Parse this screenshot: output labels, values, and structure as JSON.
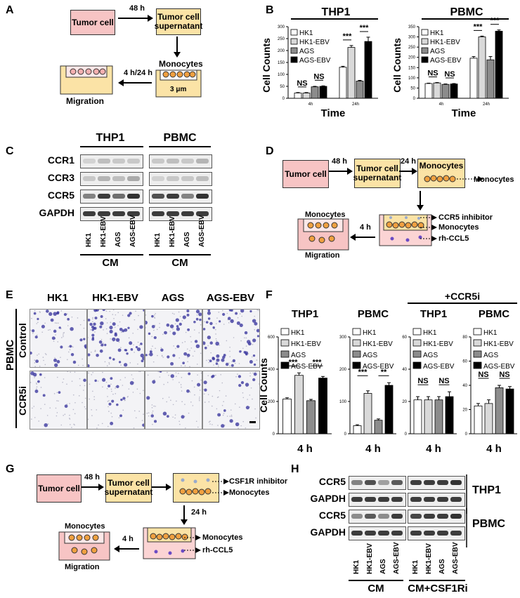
{
  "panels": {
    "A": {
      "letter": "A",
      "tumor_cell": "Tumor cell",
      "t48": "48 h",
      "supernatant": "Tumor cell supernatant",
      "monocytes": "Monocytes",
      "pore": "3 μm",
      "t424": "4 h/24 h",
      "migration": "Migration"
    },
    "B": {
      "letter": "B",
      "xlabel": "Time",
      "ylabel": "Cell Counts"
    },
    "C": {
      "letter": "C",
      "groups": [
        "THP1",
        "PBMC"
      ],
      "rows": [
        "CCR1",
        "CCR3",
        "CCR5",
        "GAPDH"
      ],
      "lanes": [
        "HK1",
        "HK1-EBV",
        "AGS",
        "AGS-EBV"
      ],
      "cm": "CM"
    },
    "D": {
      "letter": "D",
      "tumor_cell": "Tumor cell",
      "t48": "48 h",
      "supernatant": "Tumor cell supernatant",
      "t24": "24 h",
      "monocytes": "Monocytes",
      "monocytes_out": "Monocytes",
      "inhibitor": "CCR5 inhibitor",
      "mono2": "Monocytes",
      "ccl5": "rh-CCL5",
      "t4": "4 h",
      "monocytes_well": "Monocytes",
      "migration": "Migration"
    },
    "E": {
      "letter": "E",
      "columns": [
        "HK1",
        "HK1-EBV",
        "AGS",
        "AGS-EBV"
      ],
      "row_group": "PBMC",
      "rows": [
        "Control",
        "CCR5i"
      ]
    },
    "F": {
      "letter": "F",
      "ylabel": "Cell Counts",
      "xlabel": "4 h",
      "ccr5i_header": "+CCR5i"
    },
    "G": {
      "letter": "G",
      "tumor_cell": "Tumor cell",
      "t48": "48 h",
      "supernatant": "Tumor cell supernatant",
      "inhibitor": "CSF1R inhibitor",
      "monocytes": "Monocytes",
      "t24": "24 h",
      "monocytes_well": "Monocytes",
      "t4": "4 h",
      "mono2": "Monocytes",
      "ccl5": "rh-CCL5",
      "migration": "Migration"
    },
    "H": {
      "letter": "H",
      "rows": [
        "CCR5",
        "GAPDH",
        "CCR5",
        "GAPDH"
      ],
      "groups": [
        "THP1",
        "PBMC"
      ],
      "lanes": [
        "HK1",
        "HK1-EBV",
        "AGS",
        "AGS-EBV",
        "HK1",
        "HK1-EBV",
        "AGS",
        "AGS-EBV"
      ],
      "cm": "CM",
      "cm_csf1ri": "CM+CSF1Ri"
    }
  },
  "colors": {
    "hk1": "#ffffff",
    "hk1ebv": "#d9d9d9",
    "ags": "#8c8c8c",
    "agsebv": "#000000",
    "tumor_box": "#f7c4c4",
    "supernatant_box": "#fbe3a6",
    "monocyte": "#f0a040"
  },
  "chart_data": [
    {
      "id": "B-THP1",
      "type": "bar",
      "title": "THP1",
      "xlabel": "Time",
      "ylabel": "Cell Counts",
      "categories": [
        "4h",
        "24h"
      ],
      "ylim": [
        0,
        300
      ],
      "yticks": [
        "0",
        "50",
        "100",
        "150",
        "200",
        "250",
        "300"
      ],
      "series": [
        {
          "name": "HK1",
          "values": [
            22,
            130
          ],
          "errors": [
            2,
            4
          ]
        },
        {
          "name": "HK1-EBV",
          "values": [
            22,
            213
          ],
          "errors": [
            2,
            8
          ]
        },
        {
          "name": "AGS",
          "values": [
            48,
            72
          ],
          "errors": [
            2,
            3
          ]
        },
        {
          "name": "AGS-EBV",
          "values": [
            50,
            238
          ],
          "errors": [
            2,
            18
          ]
        }
      ],
      "annotations": [
        "NS",
        "NS",
        "***",
        "***"
      ]
    },
    {
      "id": "B-PBMC",
      "type": "bar",
      "title": "PBMC",
      "xlabel": "Time",
      "ylabel": "Cell Counts",
      "categories": [
        "4h",
        "24h"
      ],
      "ylim": [
        0,
        350
      ],
      "yticks": [
        "0",
        "50",
        "100",
        "150",
        "200",
        "250",
        "300",
        "350"
      ],
      "series": [
        {
          "name": "HK1",
          "values": [
            72,
            196
          ],
          "errors": [
            2,
            8
          ]
        },
        {
          "name": "HK1-EBV",
          "values": [
            75,
            300
          ],
          "errors": [
            2,
            4
          ]
        },
        {
          "name": "AGS",
          "values": [
            68,
            188
          ],
          "errors": [
            2,
            16
          ]
        },
        {
          "name": "AGS-EBV",
          "values": [
            70,
            328
          ],
          "errors": [
            2,
            6
          ]
        }
      ],
      "annotations": [
        "NS",
        "NS",
        "***",
        "***"
      ]
    },
    {
      "id": "F-THP1",
      "type": "bar",
      "title": "THP1",
      "xlabel": "4 h",
      "ylabel": "Cell Counts",
      "ylim": [
        0,
        600
      ],
      "yticks": [
        "0",
        "200",
        "400",
        "600"
      ],
      "series": [
        {
          "name": "HK1",
          "values": [
            215
          ],
          "errors": [
            8
          ]
        },
        {
          "name": "HK1-EBV",
          "values": [
            362
          ],
          "errors": [
            15
          ]
        },
        {
          "name": "AGS",
          "values": [
            205
          ],
          "errors": [
            8
          ]
        },
        {
          "name": "AGS-EBV",
          "values": [
            345
          ],
          "errors": [
            10
          ]
        }
      ],
      "annotations": [
        "***",
        "***"
      ]
    },
    {
      "id": "F-PBMC",
      "type": "bar",
      "title": "PBMC",
      "xlabel": "4 h",
      "ylim": [
        0,
        300
      ],
      "yticks": [
        "0",
        "100",
        "200",
        "300"
      ],
      "series": [
        {
          "name": "HK1",
          "values": [
            25
          ],
          "errors": [
            3
          ]
        },
        {
          "name": "HK1-EBV",
          "values": [
            125
          ],
          "errors": [
            8
          ]
        },
        {
          "name": "AGS",
          "values": [
            42
          ],
          "errors": [
            4
          ]
        },
        {
          "name": "AGS-EBV",
          "values": [
            150
          ],
          "errors": [
            8
          ]
        }
      ],
      "annotations": [
        "***",
        "**"
      ]
    },
    {
      "id": "F-THP1-CCR5i",
      "type": "bar",
      "title": "THP1",
      "xlabel": "4 h",
      "ylim": [
        0,
        60
      ],
      "yticks": [
        "0",
        "20",
        "40",
        "60"
      ],
      "series": [
        {
          "name": "HK1",
          "values": [
            21
          ],
          "errors": [
            2
          ]
        },
        {
          "name": "HK1-EBV",
          "values": [
            21
          ],
          "errors": [
            2
          ]
        },
        {
          "name": "AGS",
          "values": [
            21
          ],
          "errors": [
            2
          ]
        },
        {
          "name": "AGS-EBV",
          "values": [
            23
          ],
          "errors": [
            3
          ]
        }
      ],
      "annotations": [
        "NS",
        "NS"
      ]
    },
    {
      "id": "F-PBMC-CCR5i",
      "type": "bar",
      "title": "PBMC",
      "xlabel": "4 h",
      "ylim": [
        0,
        80
      ],
      "yticks": [
        "0",
        "20",
        "40",
        "60",
        "80"
      ],
      "series": [
        {
          "name": "HK1",
          "values": [
            23
          ],
          "errors": [
            2
          ]
        },
        {
          "name": "HK1-EBV",
          "values": [
            25
          ],
          "errors": [
            3
          ]
        },
        {
          "name": "AGS",
          "values": [
            38
          ],
          "errors": [
            2
          ]
        },
        {
          "name": "AGS-EBV",
          "values": [
            37
          ],
          "errors": [
            2
          ]
        }
      ],
      "annotations": [
        "NS",
        "NS"
      ]
    }
  ]
}
